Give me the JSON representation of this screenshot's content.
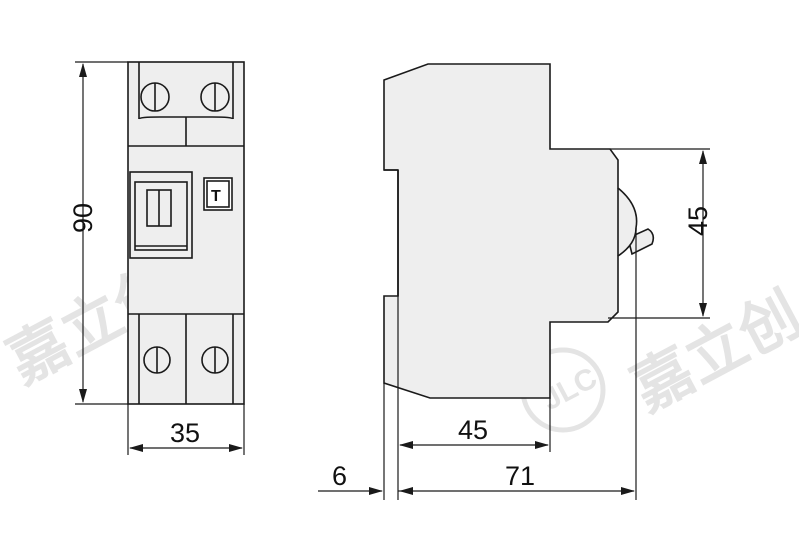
{
  "colors": {
    "body_fill": "#eeeeee",
    "line": "#1a1a1a",
    "watermark": "#e2e2e2"
  },
  "front_view": {
    "test_button_label": "T",
    "height_dimension": "90",
    "width_dimension": "35"
  },
  "side_view": {
    "handle_height_dimension": "45",
    "front_depth_dimension": "45",
    "overall_depth_dimension": "71",
    "rail_offset_dimension": "6"
  },
  "watermarks": {
    "left_text": "嘉立创",
    "right_text": "嘉立创",
    "logo_text": "JLC"
  }
}
